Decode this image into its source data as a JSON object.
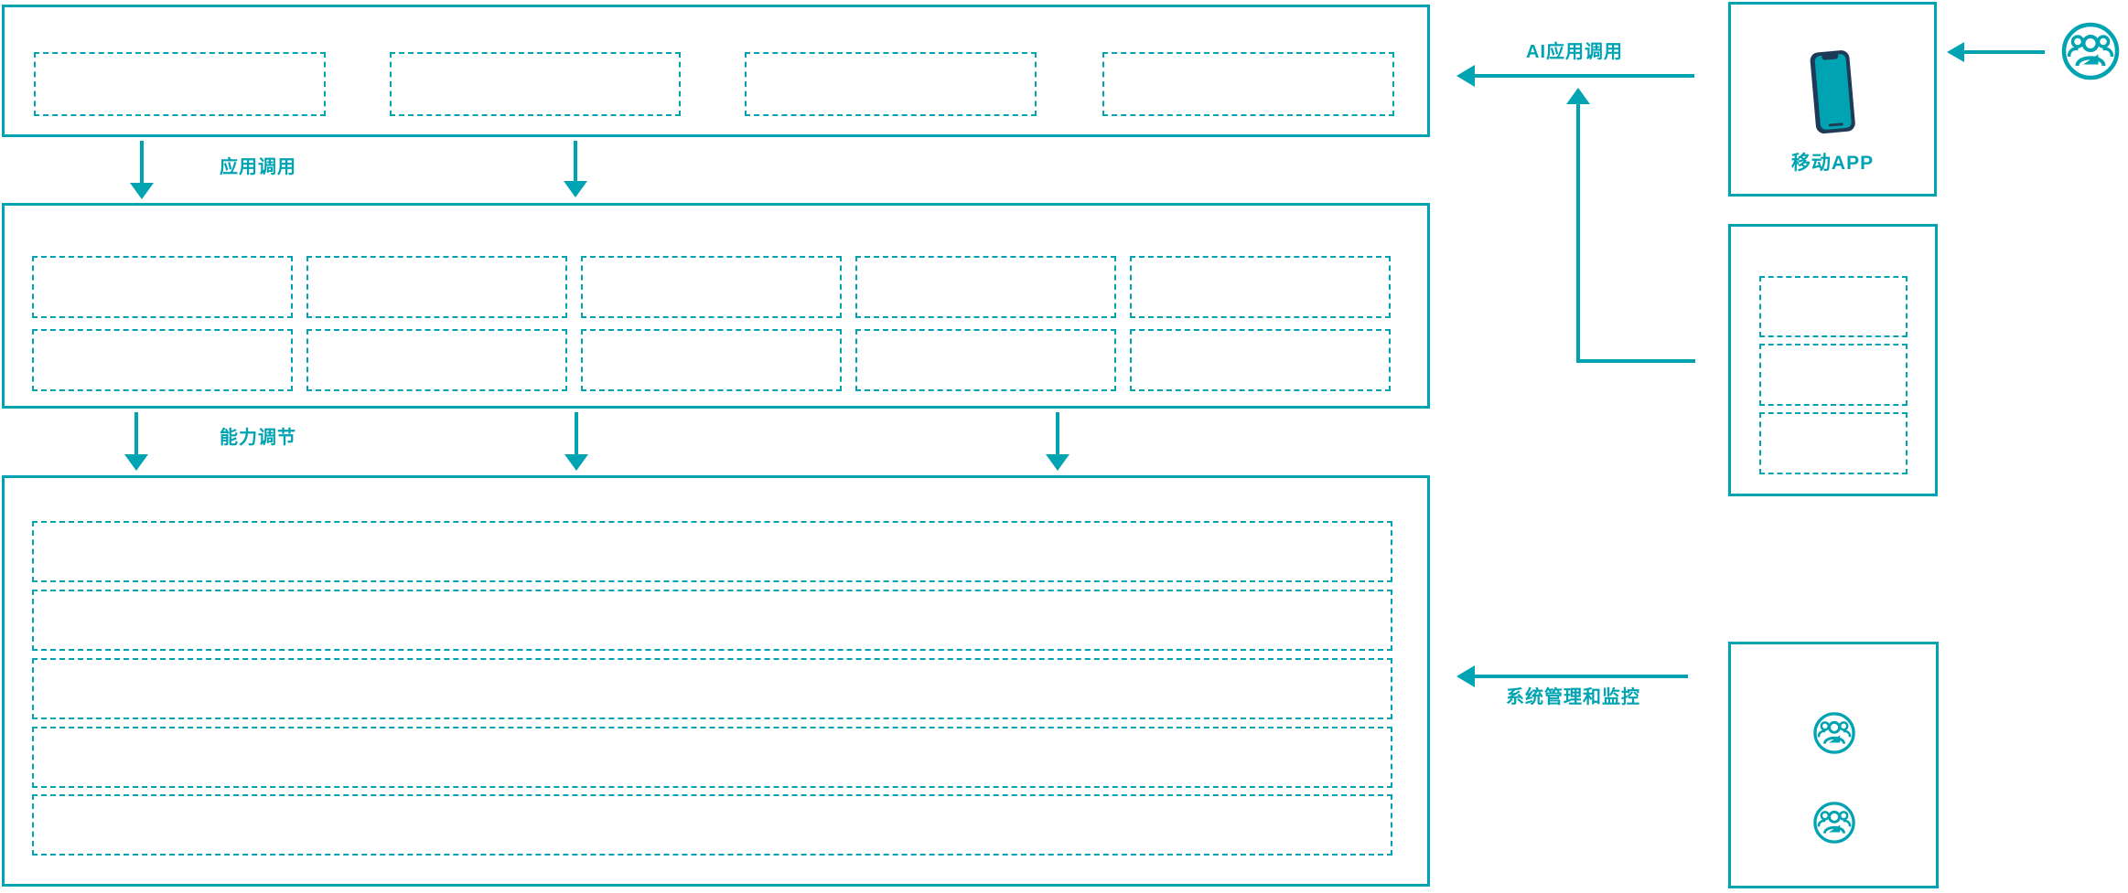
{
  "diagram": {
    "labels": {
      "app_call": "应用调用",
      "capability_adjust": "能力调节",
      "ai_app_call": "AI应用调用",
      "mobile_app": "移动APP",
      "system_mgmt_monitor": "系统管理和监控"
    },
    "colors": {
      "accent_teal": "#00a3b1",
      "phone_navy": "#1e3a56",
      "background": "#ffffff"
    },
    "icons": [
      "users-icon",
      "phone-icon"
    ],
    "structure": {
      "top_layer_placeholder_count": 4,
      "middle_layer_placeholder_count": 10,
      "bottom_layer_row_count": 5,
      "client_panel_placeholder_count": 3,
      "admin_user_icon_count": 2
    }
  }
}
